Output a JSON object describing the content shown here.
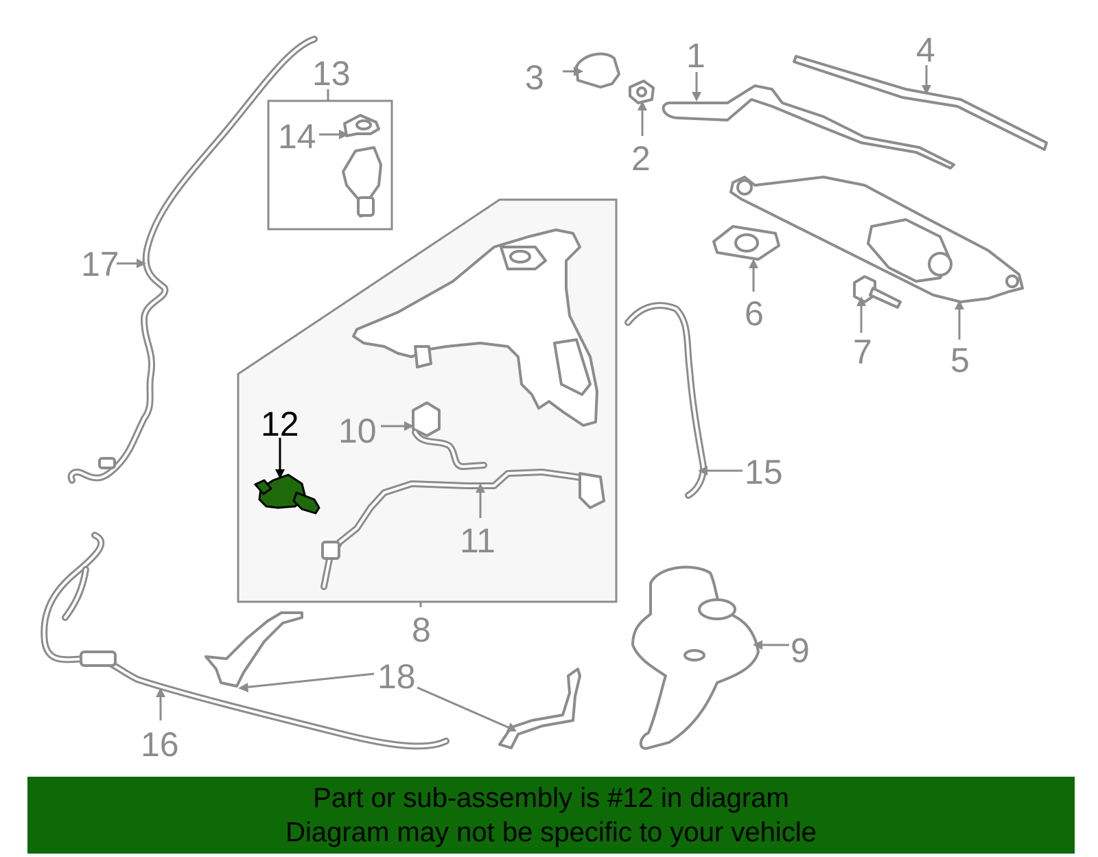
{
  "diagram": {
    "callouts": {
      "c1": "1",
      "c2": "2",
      "c3": "3",
      "c4": "4",
      "c5": "5",
      "c6": "6",
      "c7": "7",
      "c8": "8",
      "c9": "9",
      "c10": "10",
      "c11": "11",
      "c12": "12",
      "c13": "13",
      "c14": "14",
      "c15": "15",
      "c16": "16",
      "c17": "17",
      "c18": "18"
    },
    "highlighted_part": "12",
    "colors": {
      "line_art": "#8c8c8c",
      "highlight_part": "#1e6a0b",
      "highlight_label": "#000000",
      "subassembly_fill": "#f7f7f7"
    }
  },
  "banner": {
    "line1": "Part or sub-assembly is #12 in diagram",
    "line2": "Diagram may not be specific to your vehicle",
    "background": "#0d6a06"
  }
}
